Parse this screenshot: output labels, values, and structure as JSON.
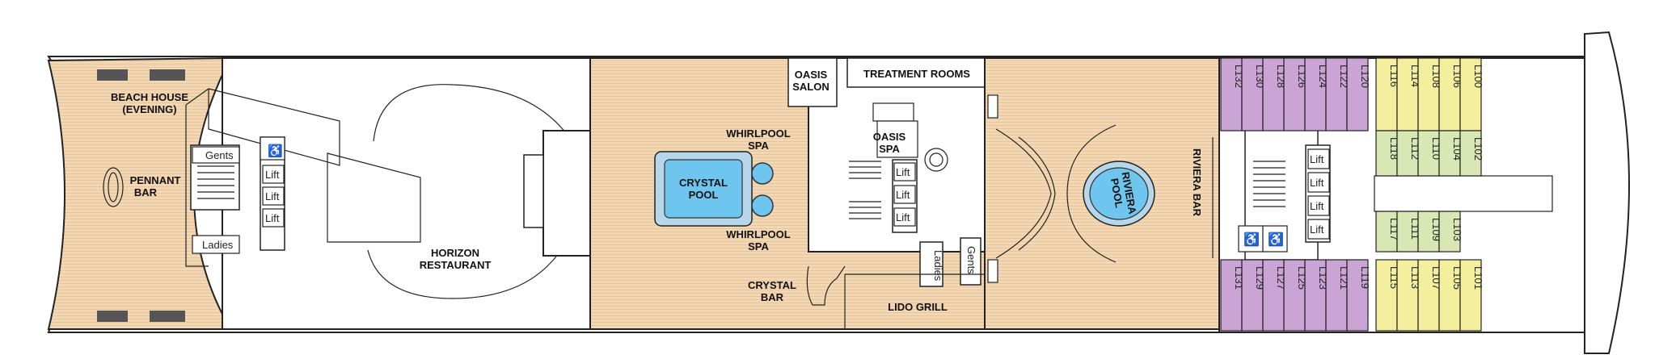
{
  "colors": {
    "deck_wood": "#f3d7b3",
    "cabin_purple": "#c9a4d4",
    "cabin_yellow": "#f3ef9c",
    "cabin_green": "#d9e7b5",
    "pool_blue": "#6ec6ee",
    "outline": "#222222"
  },
  "venues": {
    "beach_house": [
      "BEACH HOUSE",
      "(EVENING)"
    ],
    "pennant_bar": [
      "PENNANT",
      "BAR"
    ],
    "horizon_restaurant": [
      "HORIZON",
      "RESTAURANT"
    ],
    "whirlpool_spa_top": [
      "WHIRLPOOL",
      "SPA"
    ],
    "whirlpool_spa_bottom": [
      "WHIRLPOOL",
      "SPA"
    ],
    "crystal_pool": [
      "CRYSTAL",
      "POOL"
    ],
    "crystal_bar": [
      "CRYSTAL",
      "BAR"
    ],
    "oasis_salon": [
      "OASIS",
      "SALON"
    ],
    "treatment_rooms": "TREATMENT ROOMS",
    "oasis_spa": [
      "OASIS",
      "SPA"
    ],
    "lido_grill": "LIDO GRILL",
    "riviera_pool": [
      "RIVIERA",
      "POOL"
    ],
    "riviera_bar": "RIVIERA BAR"
  },
  "facilities": {
    "gents": "Gents",
    "ladies": "Ladies",
    "lift": "Lift",
    "accessible_icon": "wheelchair-icon"
  },
  "cabins": {
    "top_purple": [
      "L132",
      "L130",
      "L128",
      "L126",
      "L124",
      "L122",
      "L120"
    ],
    "top_yellow": [
      "L116",
      "L114",
      "L108",
      "L106",
      "L100"
    ],
    "mid_top_green": [
      "L118",
      "L112",
      "L110",
      "L104",
      "L102"
    ],
    "mid_bottom_green": [
      "L117",
      "L111",
      "L109",
      "L103"
    ],
    "bottom_purple": [
      "L131",
      "L129",
      "L127",
      "L125",
      "L123",
      "L121",
      "L119"
    ],
    "bottom_yellow": [
      "L115",
      "L113",
      "L107",
      "L105",
      "L101"
    ]
  }
}
